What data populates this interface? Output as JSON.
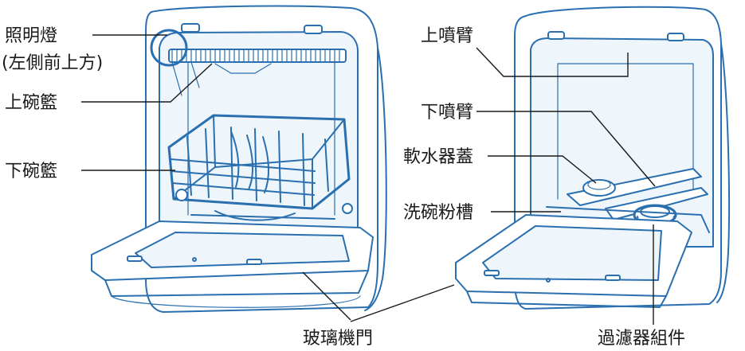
{
  "figure": {
    "left_unit_labels": {
      "light": "照明燈",
      "light_position": "(左側前上方)",
      "upper_basket": "上碗籃",
      "lower_basket": "下碗籃",
      "glass_door": "玻璃機門"
    },
    "right_unit_labels": {
      "upper_spray_arm": "上噴臂",
      "lower_spray_arm": "下噴臂",
      "softener_cap": "軟水器蓋",
      "detergent_slot": "洗碗粉槽",
      "filter_assembly": "過濾器組件"
    },
    "line_color": "#2a6fb0",
    "text_color": "#1a1a1a"
  }
}
